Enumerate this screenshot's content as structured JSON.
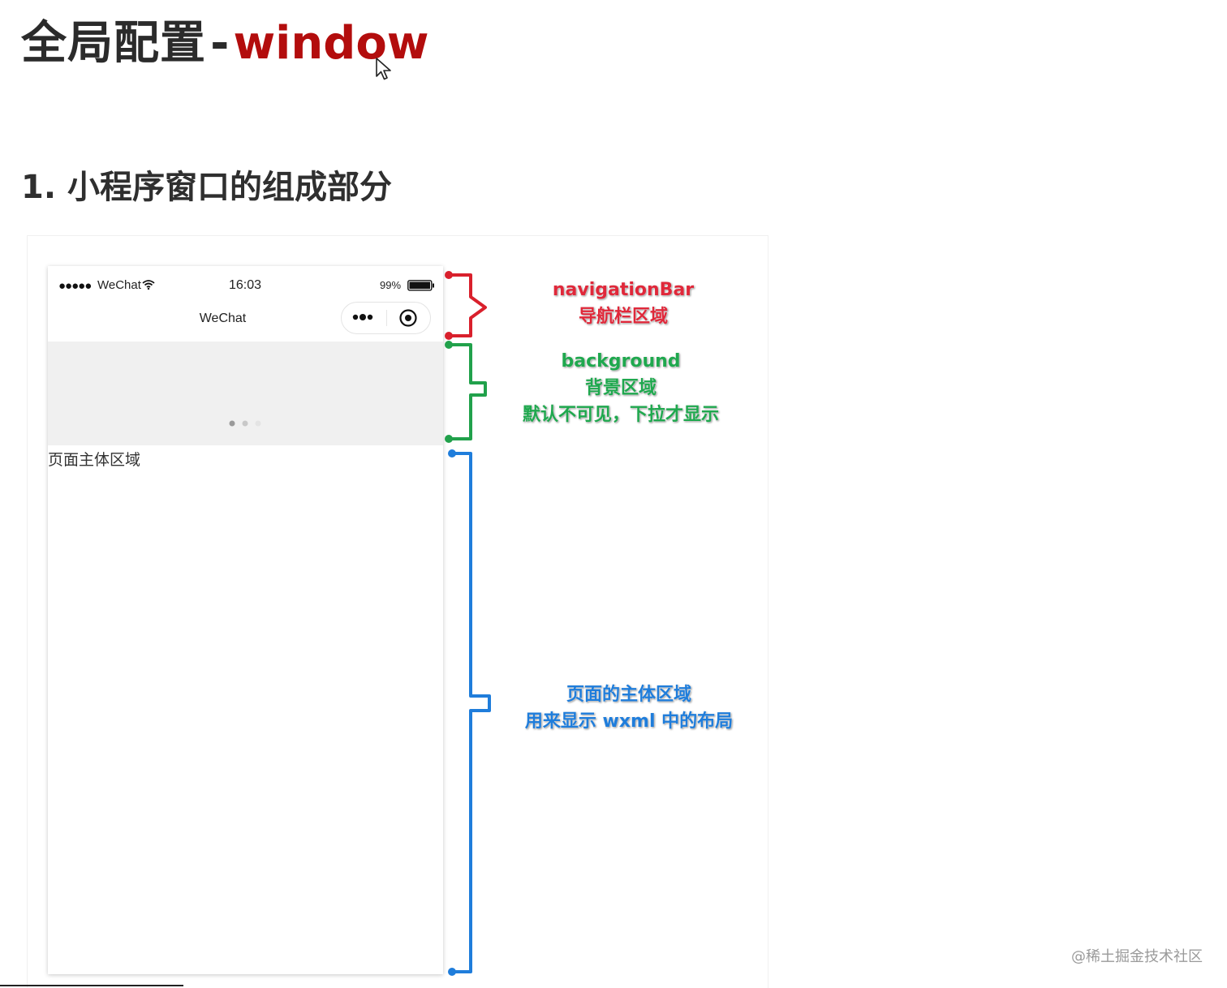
{
  "title": {
    "main": "全局配置",
    "separator": "-",
    "accent": "window"
  },
  "subtitle": "1. 小程序窗口的组成部分",
  "phone": {
    "signal": "●●●●●",
    "carrier": "WeChat",
    "time": "16:03",
    "battery": "99%",
    "nav_title": "WeChat",
    "body_label": "页面主体区域"
  },
  "annotations": {
    "navigation": [
      "navigationBar",
      "导航栏区域"
    ],
    "background": [
      "background",
      "背景区域",
      "默认不可见，下拉才显示"
    ],
    "body": [
      "页面的主体区域",
      "用来显示 wxml 中的布局"
    ]
  },
  "colors": {
    "title_accent": "#b30d0d",
    "navigation": "#e0283a",
    "background": "#1fa84e",
    "body": "#1f7ddb"
  },
  "watermark": "@稀土掘金技术社区"
}
